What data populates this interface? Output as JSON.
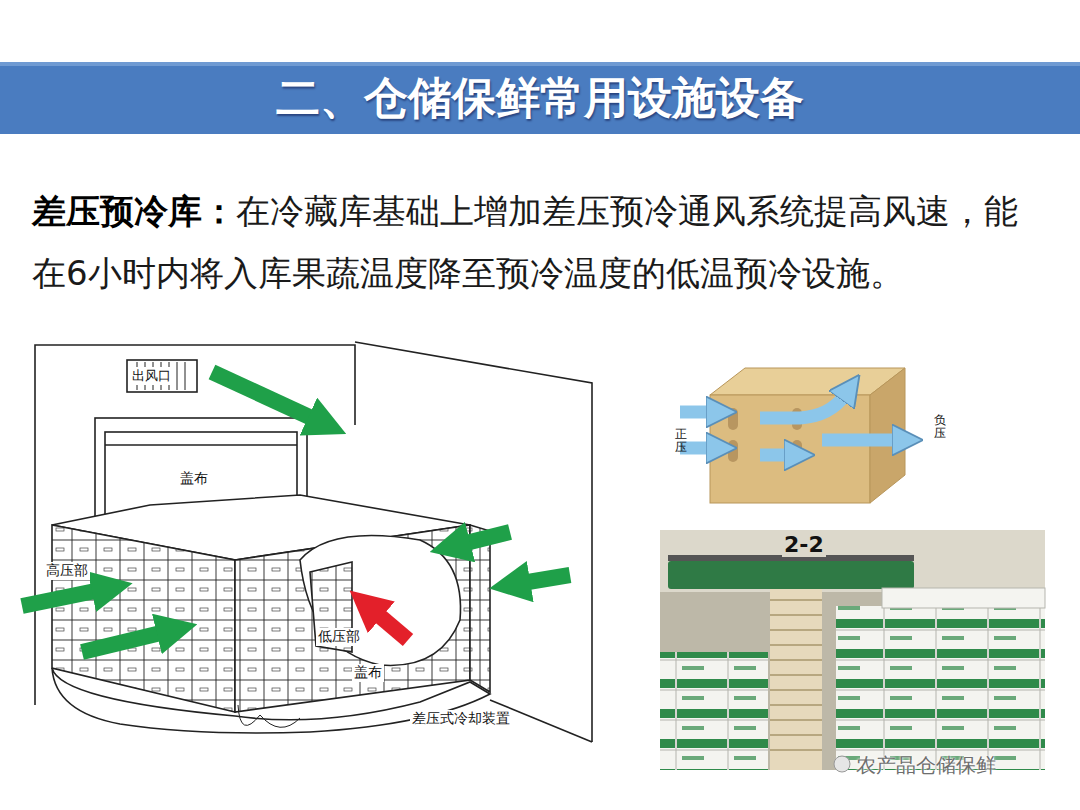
{
  "diagram": {
    "title": "二、仓储保鲜常用设施设备",
    "nodes": [
      {
        "text": [
          "出风口"
        ]
      }
    ],
    "labels": [
      "差压预冷库：",
      "在冷藏库基础上增加差压预冷通风系统提高风速，能在6小时内将入库果蔬温度降至预冷温度的低温预冷设施。",
      "盖布",
      "高压部",
      "低压部",
      "盖布",
      "差压式冷却装置",
      "正压",
      "负压",
      "2-2",
      "农产品仓储保鲜"
    ]
  }
}
